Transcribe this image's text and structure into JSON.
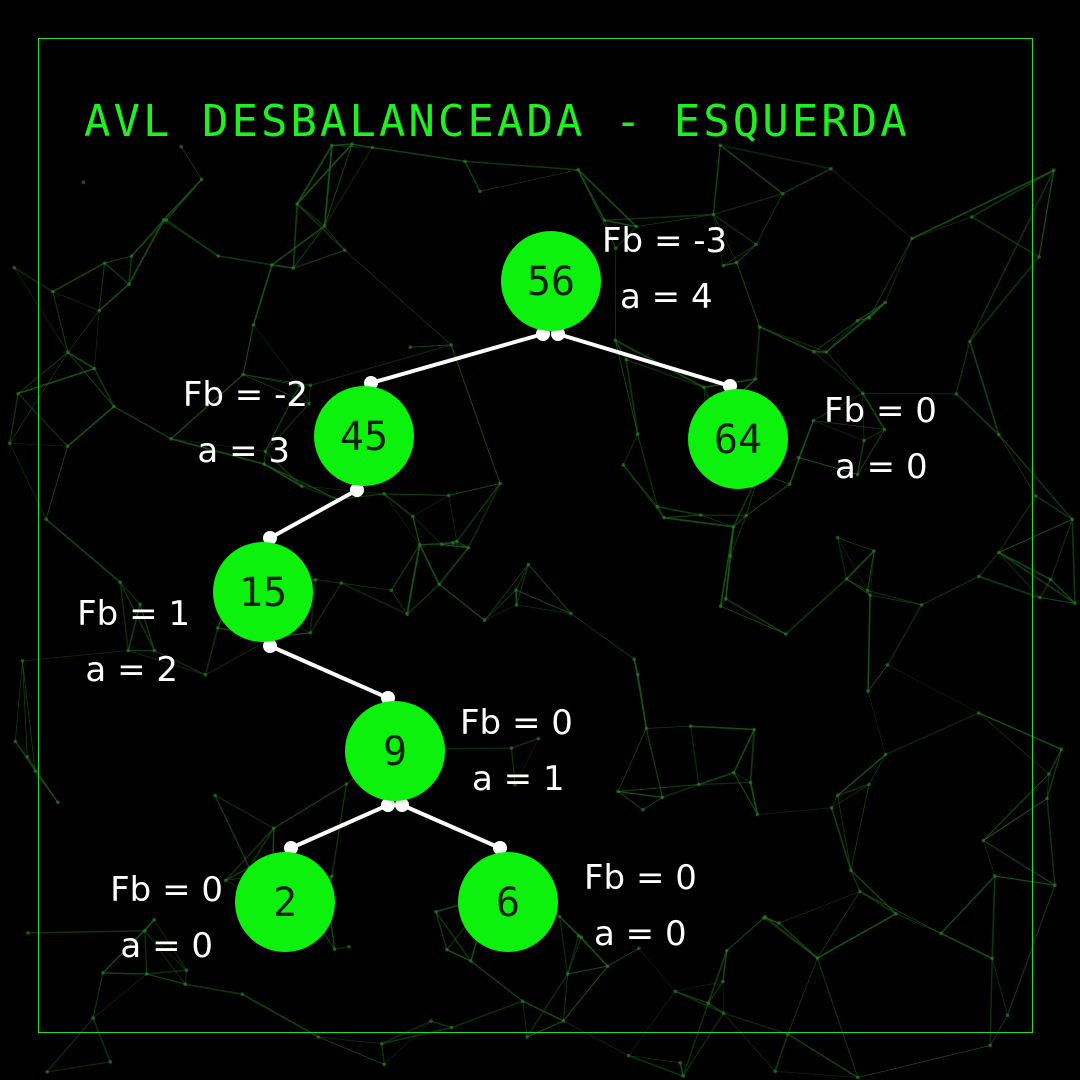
{
  "title": "AVL DESBALANCEADA - ESQUERDA",
  "colors": {
    "background": "#000000",
    "accent": "#1ef21e",
    "node_fill": "#0cf20c",
    "edge": "#ffffff",
    "text": "#ffffff",
    "network": "#1a6a1a"
  },
  "nodes": [
    {
      "id": "n56",
      "value": "56",
      "fb": "Fb = -3",
      "a": "a = 4"
    },
    {
      "id": "n45",
      "value": "45",
      "fb": "Fb = -2",
      "a": "a = 3"
    },
    {
      "id": "n64",
      "value": "64",
      "fb": "Fb = 0",
      "a": "a = 0"
    },
    {
      "id": "n15",
      "value": "15",
      "fb": "Fb = 1",
      "a": "a = 2"
    },
    {
      "id": "n9",
      "value": "9",
      "fb": "Fb = 0",
      "a": "a = 1"
    },
    {
      "id": "n2",
      "value": "2",
      "fb": "Fb = 0",
      "a": "a = 0"
    },
    {
      "id": "n6",
      "value": "6",
      "fb": "Fb = 0",
      "a": "a = 0"
    }
  ],
  "edges": [
    {
      "from": "n56",
      "to": "n45"
    },
    {
      "from": "n56",
      "to": "n64"
    },
    {
      "from": "n45",
      "to": "n15"
    },
    {
      "from": "n15",
      "to": "n9"
    },
    {
      "from": "n9",
      "to": "n2"
    },
    {
      "from": "n9",
      "to": "n6"
    }
  ]
}
